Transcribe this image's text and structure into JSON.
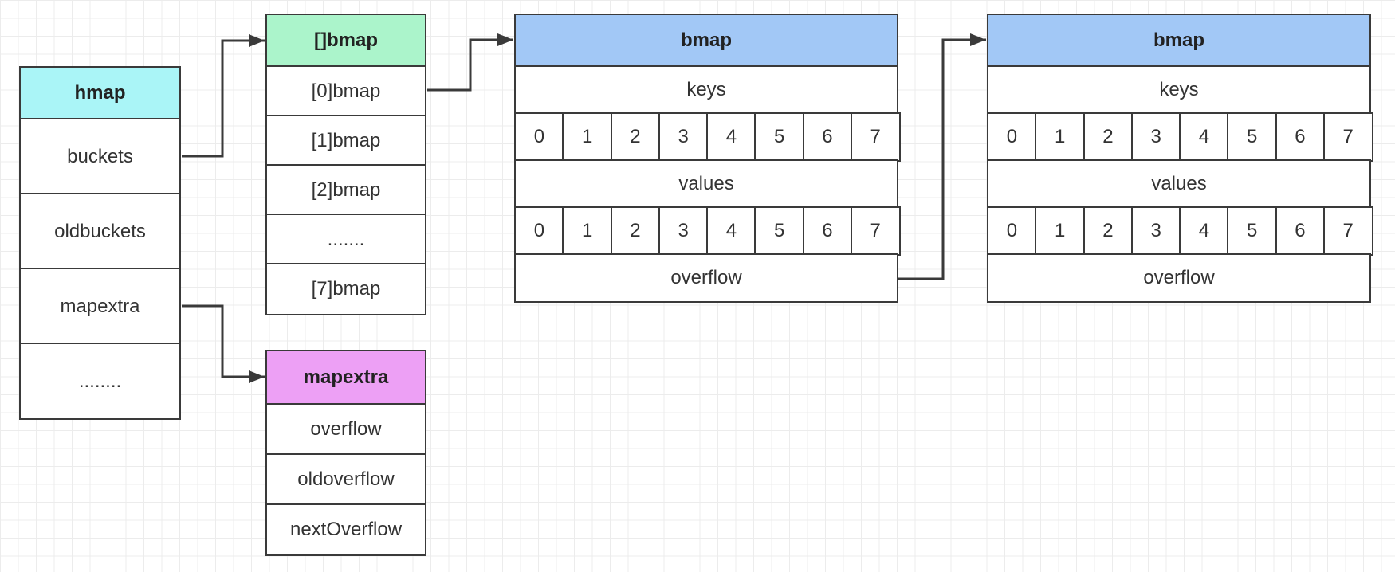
{
  "colors": {
    "hmap": "#aaf5f7",
    "bucket_array": "#abf4cb",
    "bmap": "#a2c8f6",
    "mapextra": "#eda0f5",
    "line": "#3a3a3a"
  },
  "hmap": {
    "header": "hmap",
    "fields": [
      "buckets",
      "oldbuckets",
      "mapextra",
      "........"
    ]
  },
  "bucket_array": {
    "header": "[]bmap",
    "fields": [
      "[0]bmap",
      "[1]bmap",
      "[2]bmap",
      ".......",
      "[7]bmap"
    ]
  },
  "mapextra": {
    "header": "mapextra",
    "fields": [
      "overflow",
      "oldoverflow",
      "nextOverflow"
    ]
  },
  "bmaps": [
    {
      "header": "bmap",
      "keys_label": "keys",
      "key_slots": [
        "0",
        "1",
        "2",
        "3",
        "4",
        "5",
        "6",
        "7"
      ],
      "values_label": "values",
      "value_slots": [
        "0",
        "1",
        "2",
        "3",
        "4",
        "5",
        "6",
        "7"
      ],
      "overflow_label": "overflow"
    },
    {
      "header": "bmap",
      "keys_label": "keys",
      "key_slots": [
        "0",
        "1",
        "2",
        "3",
        "4",
        "5",
        "6",
        "7"
      ],
      "values_label": "values",
      "value_slots": [
        "0",
        "1",
        "2",
        "3",
        "4",
        "5",
        "6",
        "7"
      ],
      "overflow_label": "overflow"
    }
  ]
}
